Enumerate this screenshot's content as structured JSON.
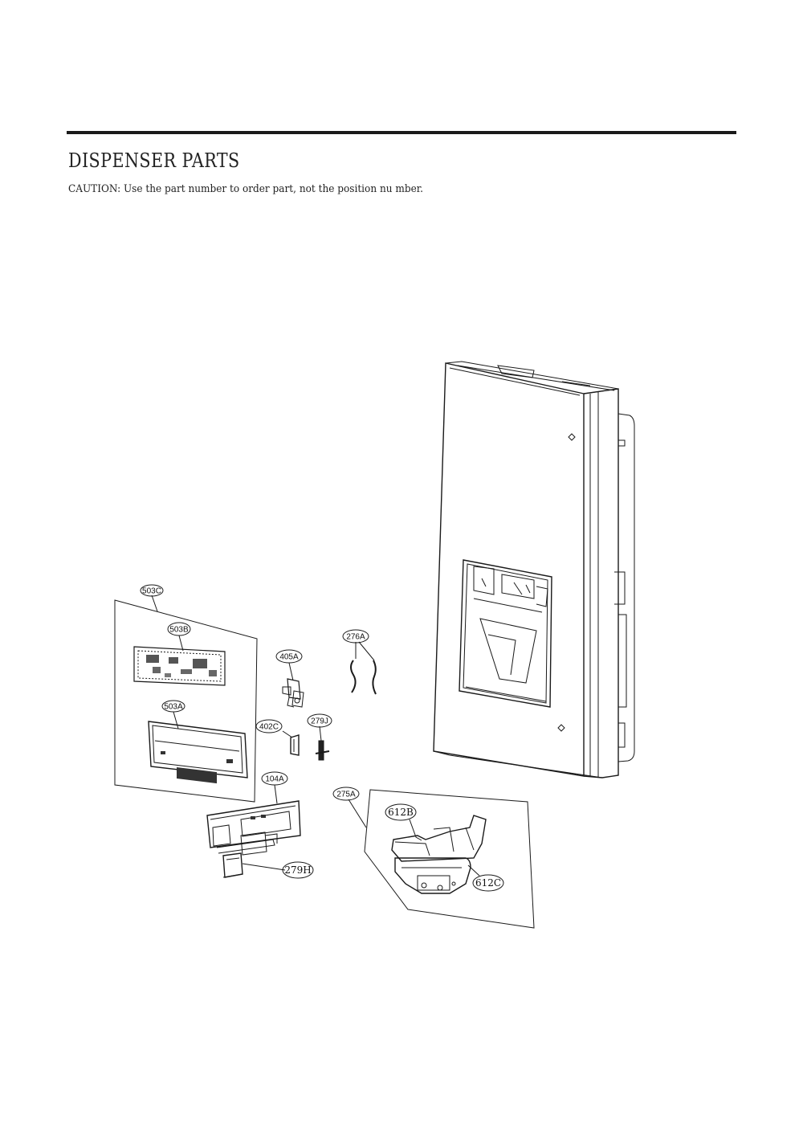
{
  "header": {
    "title": "DISPENSER PARTS",
    "caution": "CAUTION: Use the part number to order part, not the position nu mber."
  },
  "callouts": {
    "c503C": "503C",
    "c503B": "503B",
    "c503A": "503A",
    "c405A": "405A",
    "c276A": "276A",
    "c402C": "402C",
    "c279J": "279J",
    "c104A": "104A",
    "c275A": "275A",
    "c612B": "612B",
    "c279H": "279H",
    "c612C": "612C"
  },
  "colors": {
    "line": "#1a1a1a",
    "background": "#ffffff"
  }
}
